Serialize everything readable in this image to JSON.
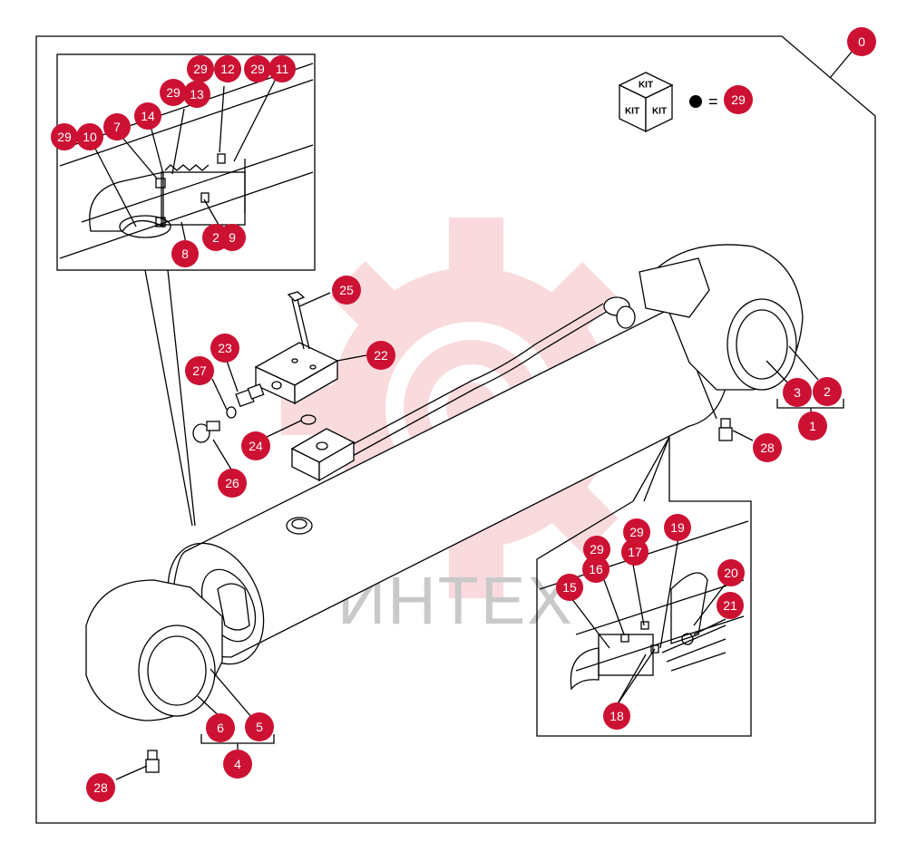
{
  "diagram": {
    "watermark": "ИНТЕХ",
    "kit_legend": {
      "kit_label": "KIT",
      "equals_text": "= ",
      "part": "29"
    },
    "callouts": {
      "c0": "0",
      "c1": "1",
      "c2": "2",
      "c3": "3",
      "c4": "4",
      "c5": "5",
      "c6": "6",
      "c7": "7",
      "c8": "8",
      "c9": "9",
      "c10": "10",
      "c11": "11",
      "c12": "12",
      "c13": "13",
      "c14": "14",
      "c15": "15",
      "c16": "16",
      "c17": "17",
      "c18": "18",
      "c19": "19",
      "c20": "20",
      "c21": "21",
      "c22": "22",
      "c23": "23",
      "c24": "24",
      "c25": "25",
      "c26": "26",
      "c27": "27",
      "c28a": "28",
      "c28b": "28",
      "c29a": "29",
      "c29b": "29",
      "c29c": "29",
      "c29d": "29",
      "c29e": "29",
      "c29f": "29",
      "c29g": "29",
      "c2n": "2"
    },
    "colors": {
      "callout": "#cc1133",
      "line": "#000000",
      "watermark_red": "#f7cfd3",
      "watermark_text": "#c9c9c9"
    }
  }
}
